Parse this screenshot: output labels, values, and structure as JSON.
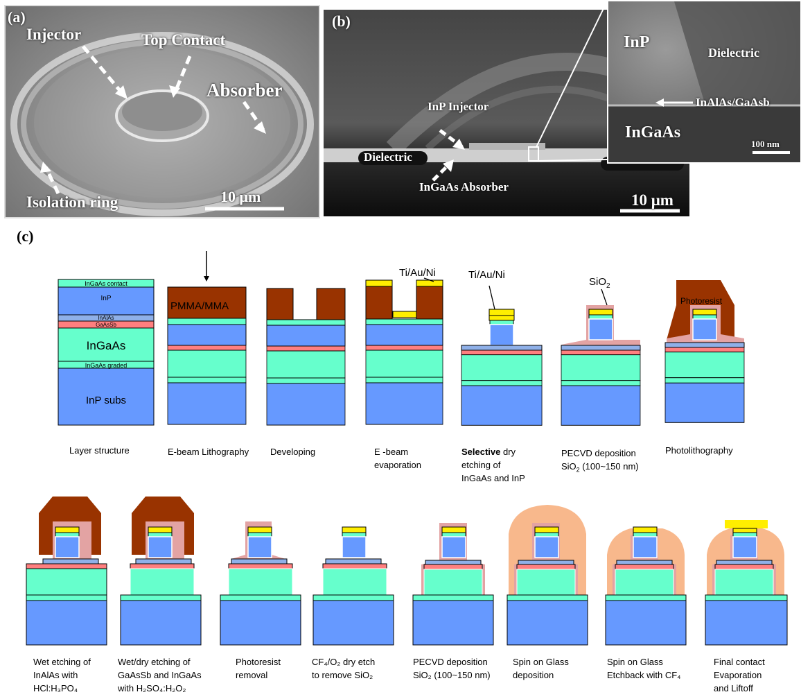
{
  "panel_a": {
    "letter": "(a)",
    "labels": {
      "injector": "Injector",
      "top_contact": "Top Contact",
      "absorber": "Absorber",
      "isolation_ring": "Isolation ring",
      "scale": "10 μm"
    }
  },
  "panel_b": {
    "letter": "(b)",
    "labels": {
      "inp_injector": "InP Injector",
      "dielectric": "Dielectric",
      "ingaas_absorber": "InGaAs Absorber",
      "scale": "10 μm"
    },
    "inset": {
      "inp": "InP",
      "dielectric": "Dielectric",
      "interface": "InAlAs/GaAsb",
      "ingaas": "InGaAs",
      "scale": "100 nm"
    }
  },
  "panel_c": {
    "letter": "(c)",
    "layer_labels": {
      "contact": "InGaAs  contact",
      "inp": "InP",
      "inalas": "InAlAs",
      "gaassb": "GaAsSb",
      "ingaas": "InGaAs",
      "graded": "InGaAs  graded",
      "subs": "InP  subs"
    },
    "pmma_label": "PMMA/MMA",
    "tiauni_label_1": "Ti/Au/Ni",
    "tiauni_label_2": "Ti/Au/Ni",
    "sio2_label": "SiO",
    "sio2_sub": "2",
    "photoresist_label": "Photoresist",
    "steps_row1": [
      {
        "line1": "Layer structure"
      },
      {
        "line1": "E-beam Lithography"
      },
      {
        "line1": "Developing"
      },
      {
        "line1": "E -beam",
        "line2": "evaporation"
      },
      {
        "bold": "Selective",
        "line1_rest": " dry",
        "line2": "etching of",
        "line3": "InGaAs and InP"
      },
      {
        "line1": "PECVD deposition",
        "line2a": "SiO",
        "line2sub": "2",
        "line2b": " (100~150 nm)"
      },
      {
        "line1": "Photolithography"
      }
    ],
    "steps_row2": [
      {
        "line1": "Wet etching of",
        "line2": "InAlAs with",
        "line3": "HCl:H₃PO₄"
      },
      {
        "line1": "Wet/dry etching of",
        "line2": "GaAsSb and InGaAs",
        "line3": "with H₂SO₄:H₂O₂"
      },
      {
        "line1": "Photoresist",
        "line2": "removal"
      },
      {
        "line1": "CF₄/O₂ dry etch",
        "line2": "to remove SiO₂"
      },
      {
        "line1": "PECVD deposition",
        "line2": "SiO₂ (100~150 nm)"
      },
      {
        "line1": "Spin on Glass",
        "line2": "deposition"
      },
      {
        "line1": "Spin on Glass",
        "line2": "Etchback with CF₄"
      },
      {
        "line1": "Final contact",
        "line2": "Evaporation",
        "line3": "and Liftoff"
      }
    ]
  },
  "colors": {
    "inp": "#6699ff",
    "ingaas": "#66ffcc",
    "gaassb": "#ff7f7f",
    "inalas": "#8fb0e8",
    "pmma": "#993300",
    "metal": "#ffee00",
    "sio2": "#e3a3a3",
    "sog": "#f8b88c"
  }
}
